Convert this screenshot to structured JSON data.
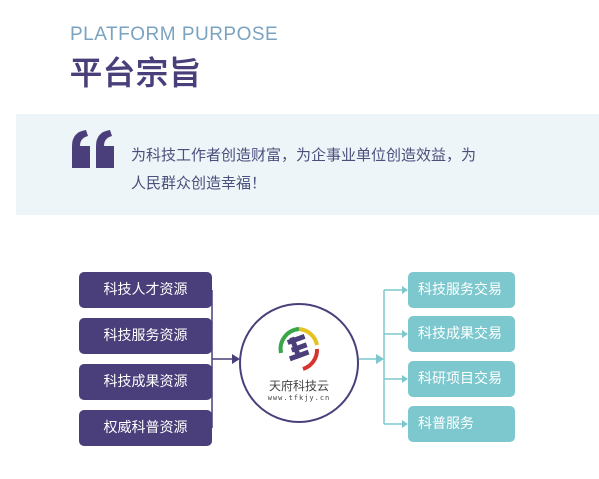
{
  "header": {
    "subtitle_en": "PLATFORM PURPOSE",
    "title_cn": "平台宗旨"
  },
  "quote": {
    "icon": "quote-icon",
    "text_line1": "为科技工作者创造财富，为企事业单位创造效益，为",
    "text_line2": "人民群众创造幸福！"
  },
  "resources": [
    {
      "label": "科技人才资源"
    },
    {
      "label": "科技服务资源"
    },
    {
      "label": "科技成果资源"
    },
    {
      "label": "权威科普资源"
    }
  ],
  "hub": {
    "name": "天府科技云",
    "url": "www.tfkjy.cn"
  },
  "services": [
    {
      "label": "科技服务交易"
    },
    {
      "label": "科技成果交易"
    },
    {
      "label": "科研项目交易"
    },
    {
      "label": "科普服务"
    }
  ],
  "colors": {
    "primary": "#4a3f7a",
    "accent": "#7cc8ce",
    "subtitle": "#7aa3c2",
    "panel": "#eef5f8"
  }
}
